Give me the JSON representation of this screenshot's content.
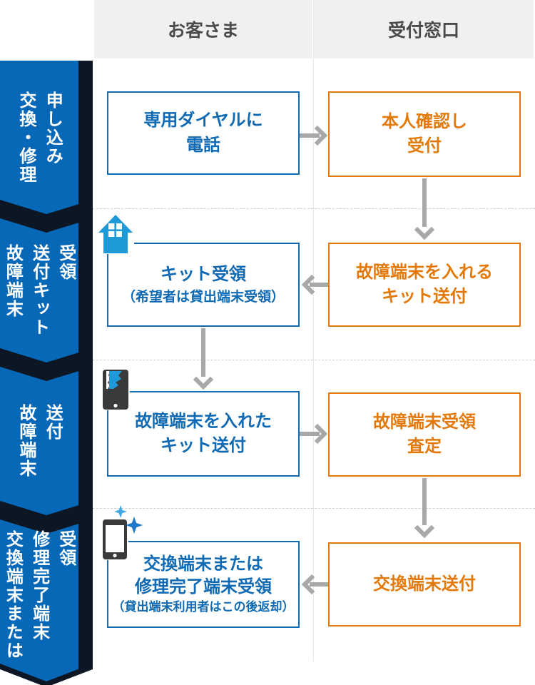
{
  "colors": {
    "sidebar_blue": "#0768B8",
    "sidebar_dark": "#0C1624",
    "box_blue": "#0F6AB3",
    "box_orange": "#E2790A",
    "arrow": "#A8A8A8",
    "header_bg": "#F0F0F0",
    "header_text": "#4A4A4A",
    "icon_blue": "#1E9AD8",
    "icon_dark": "#3A3A3A",
    "sparkle_blue": "#1E79C8",
    "sparkle_light": "#3FA9E0"
  },
  "header": {
    "customer_column": "お客さま",
    "reception_column": "受付窓口"
  },
  "sidebar": {
    "steps": [
      {
        "label": "交換・修理\n申し込み"
      },
      {
        "label": "故障端末\n送付キット\n受領"
      },
      {
        "label": "故障端末\n送付"
      },
      {
        "label": "交換端末または\n修理完了端末\n受領"
      }
    ]
  },
  "flow": {
    "boxes": {
      "call": {
        "label": "専用ダイヤルに\n電話"
      },
      "accept": {
        "label": "本人確認し\n受付"
      },
      "kit_receive": {
        "label": "キット受領",
        "note": "（希望者は貸出端末受領）"
      },
      "kit_send": {
        "label": "故障端末を入れる\nキット送付"
      },
      "broken_send": {
        "label": "故障端末を入れた\nキット送付"
      },
      "assess": {
        "label": "故障端末受領\n査定"
      },
      "replacement_receive": {
        "label": "交換端末または\n修理完了端末受領",
        "note": "（貸出端末利用者はこの後返却）"
      },
      "replacement_send": {
        "label": "交換端末送付"
      }
    }
  }
}
